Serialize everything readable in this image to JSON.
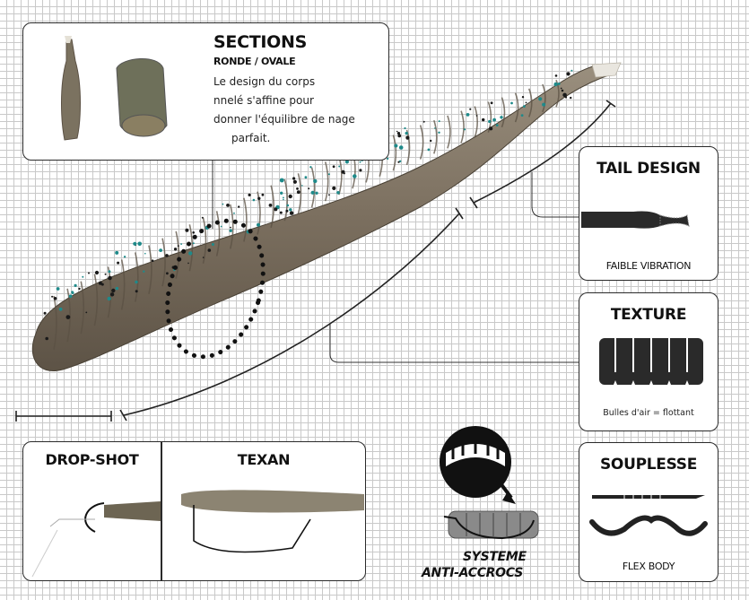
{
  "sections": {
    "title": "SECTIONS",
    "subtitle": "RONDE / OVALE",
    "desc_lines": [
      "Le design du corps",
      "nnelé s'affine pour",
      "donner l'équilibre de nage",
      "parfait."
    ]
  },
  "tail_design": {
    "title": "TAIL DESIGN",
    "caption": "FAIBLE VIBRATION"
  },
  "texture": {
    "title": "TEXTURE",
    "caption": "Bulles d'air = flottant"
  },
  "souplesse": {
    "title": "SOUPLESSE",
    "caption": "FLEX BODY"
  },
  "drop_shot": {
    "title": "DROP-SHOT"
  },
  "texan": {
    "title": "TEXAN"
  },
  "anti_accrocs": {
    "line1": "SYSTEME",
    "line2": "ANTI-ACCROCS"
  },
  "colors": {
    "lure_body": "#7b6f5f",
    "speckle": "#1f8a8a",
    "outline": "#2a2a2a",
    "grid": "#c9c9c9"
  }
}
